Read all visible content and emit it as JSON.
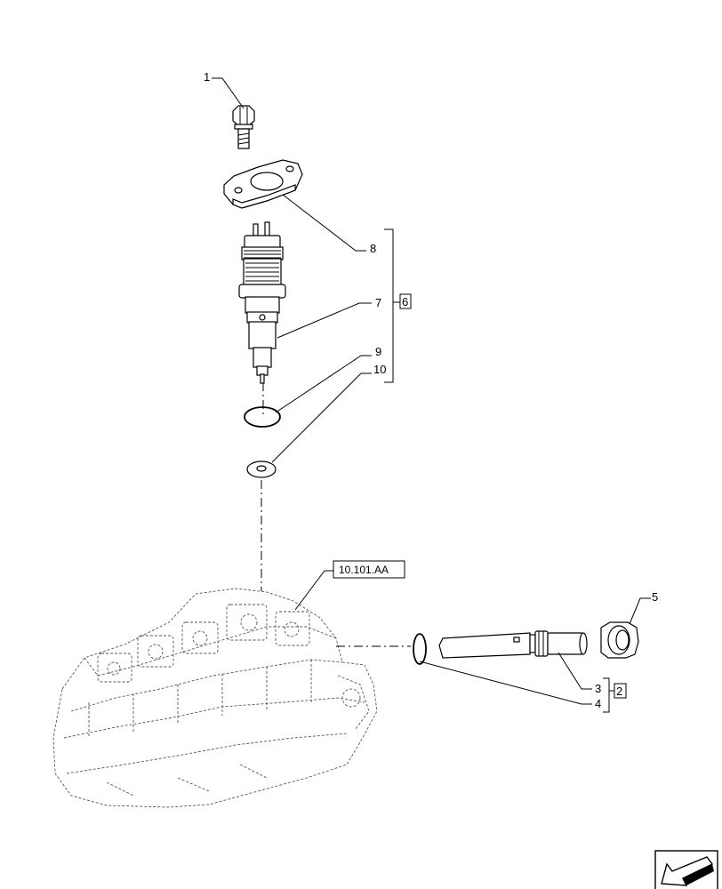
{
  "callouts": {
    "c1": "1",
    "c8": "8",
    "c7": "7",
    "c9": "9",
    "c10": "10",
    "c5": "5",
    "c3": "3",
    "c4": "4"
  },
  "groups": {
    "injector_kit": "6",
    "connector_kit": "2"
  },
  "reference": {
    "cylinder_head": "10.101.AA"
  },
  "icons": {
    "nav_arrow": "arrow-down-left-icon"
  }
}
